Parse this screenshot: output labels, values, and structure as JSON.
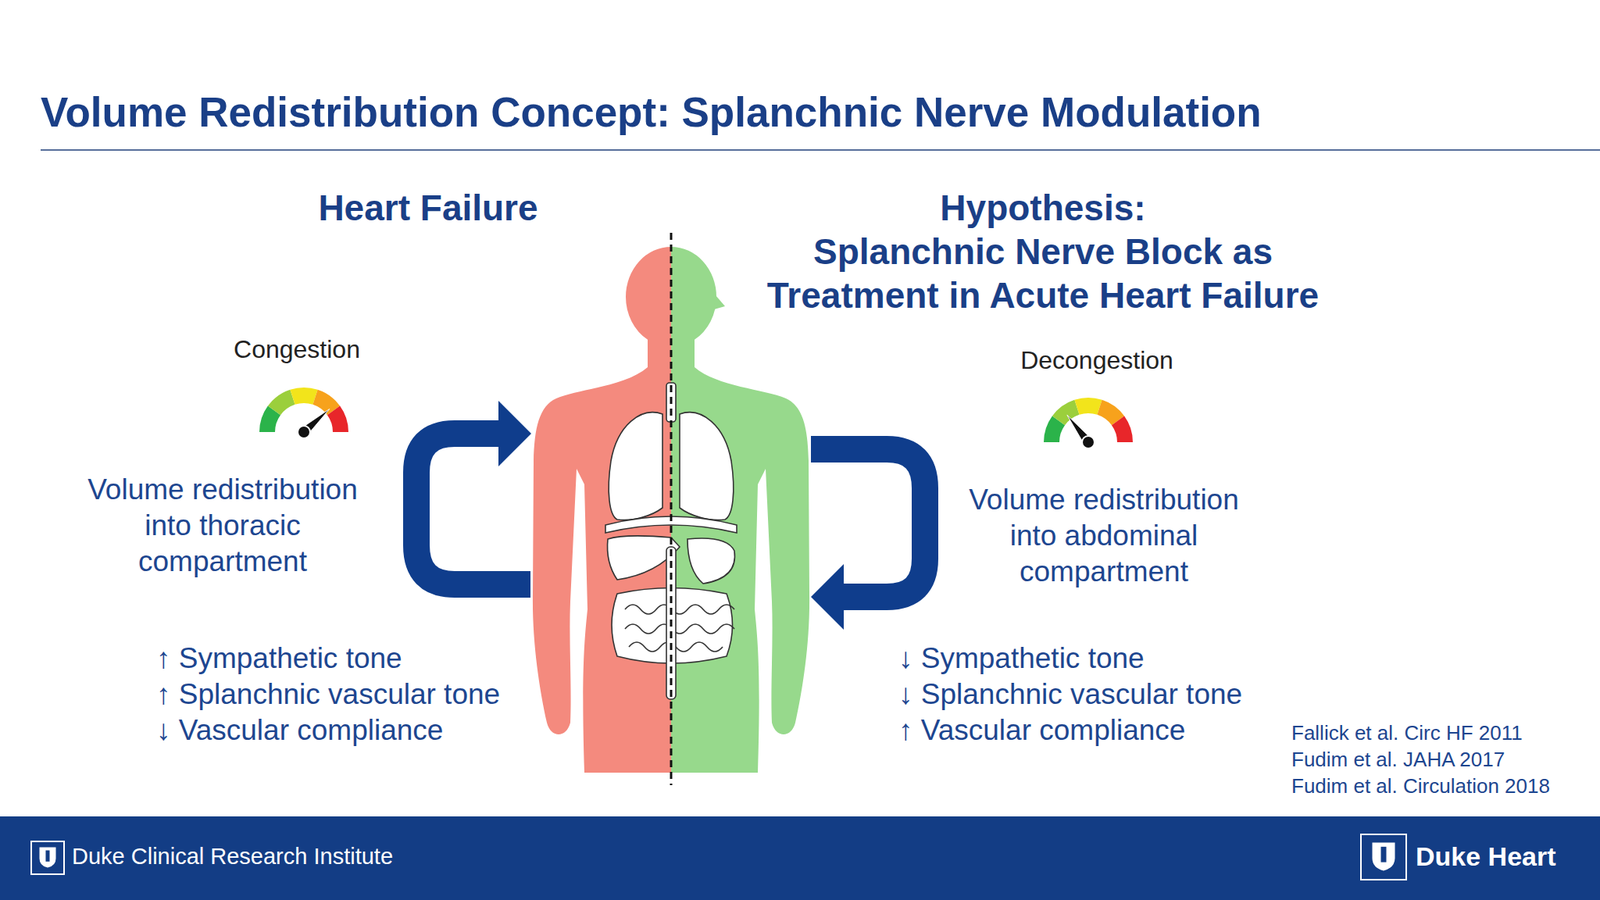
{
  "diagram": {
    "title": "Volume Redistribution Concept: Splanchnic Nerve Modulation",
    "nodes": [
      {
        "text": [
          "Duke Clinical Research Institute",
          "Duke Heart"
        ]
      }
    ],
    "labels": [
      "Heart Failure",
      "Hypothesis:",
      "Splanchnic Nerve Block as Treatment in Acute Heart Failure",
      "Congestion",
      "Decongestion",
      "Volume redistribution into thoracic compartment",
      "Volume redistribution into abdominal compartment",
      "↑ Sympathetic tone",
      "↑ Splanchnic vascular tone",
      "↓ Vascular compliance",
      "↓ Sympathetic tone",
      "↓ Splanchnic vascular tone",
      "↑ Vascular compliance",
      "Fallick et al. Circ HF 2011",
      "Fudim et al. JAHA 2017",
      "Fudim et al. Circulation 2018"
    ]
  }
}
